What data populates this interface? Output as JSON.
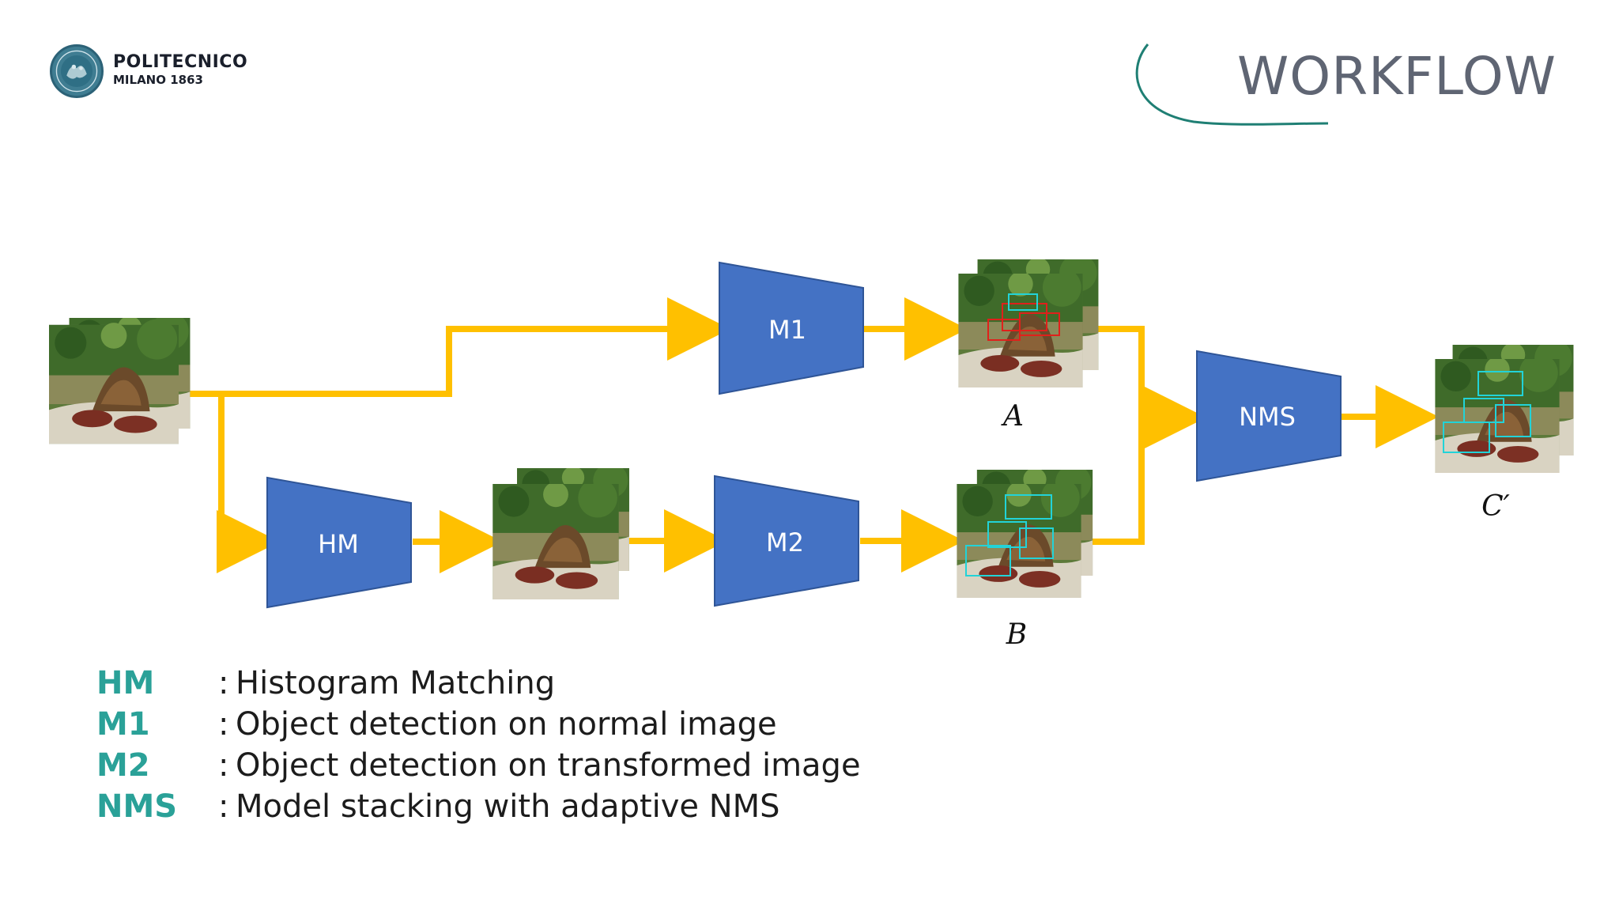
{
  "header": {
    "logo_line1": "POLITECNICO",
    "logo_line2": "MILANO 1863",
    "title": "WORKFLOW"
  },
  "diagram": {
    "nodes": {
      "m1": "M1",
      "m2": "M2",
      "hm": "HM",
      "nms": "NMS"
    },
    "outputs": {
      "a": "A",
      "b": "B",
      "c": "C′"
    }
  },
  "legend": [
    {
      "key": "HM",
      "text": "Histogram Matching"
    },
    {
      "key": "M1",
      "text": "Object detection on normal image"
    },
    {
      "key": "M2",
      "text": "Object detection on transformed image"
    },
    {
      "key": "NMS",
      "text": "Model stacking with adaptive NMS"
    }
  ],
  "colors": {
    "node_fill": "#4472c4",
    "arrow": "#ffc000",
    "legend_key": "#2aa198",
    "title_arc": "#1f7f74",
    "box_cyan": "#22d3d8",
    "box_red": "#e0201b"
  },
  "icons": [
    "politecnico-seal-logo",
    "photo-stack-icon"
  ]
}
